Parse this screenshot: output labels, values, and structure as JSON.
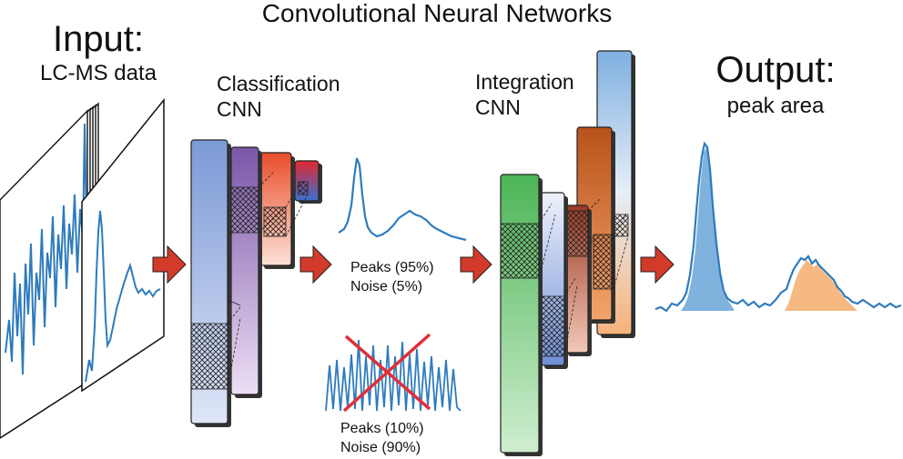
{
  "title": "Convolutional Neural Networks",
  "input": {
    "heading": "Input:",
    "subheading": "LC-MS data"
  },
  "classification": {
    "label_line1": "Classification",
    "label_line2": "CNN"
  },
  "integration": {
    "label_line1": "Integration",
    "label_line2": "CNN"
  },
  "output": {
    "heading": "Output:",
    "subheading": "peak area"
  },
  "result_good": {
    "peaks": "Peaks (95%)",
    "noise": "Noise (5%)"
  },
  "result_bad": {
    "peaks": "Peaks (10%)",
    "noise": "Noise (90%)"
  },
  "colors": {
    "signal": "#2e7bbd",
    "arrow": "#d23a2a",
    "cross": "#e0303a",
    "classification_main": "#8da7dc",
    "integration_main": "#5bbf6a",
    "peak_fill_1": "#7fb2dd",
    "peak_fill_2": "#f6b981"
  }
}
